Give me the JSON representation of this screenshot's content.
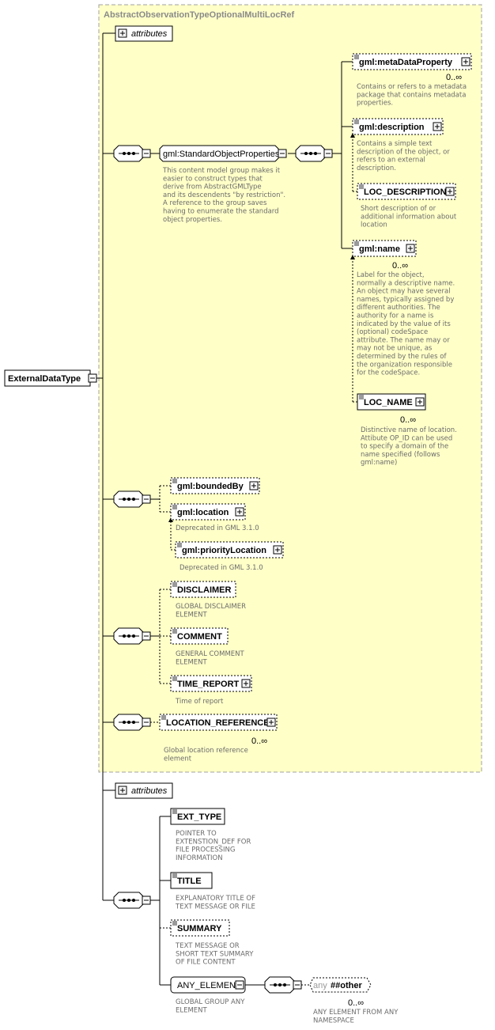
{
  "group": {
    "title": "AbstractObservationTypeOptionalMultiLocRef"
  },
  "root": {
    "label": "ExternalDataType"
  },
  "attributes_label": "attributes",
  "standard_object_properties": {
    "label": "gml:StandardObjectProperties",
    "note": [
      "This content model group makes it",
      "easier to construct types that",
      "derive from AbstractGMLType",
      "and its descendents \"by restriction\".",
      "A reference to the group saves",
      "having to enumerate the standard",
      "object properties."
    ]
  },
  "metadata_property": {
    "label": "gml:metaDataProperty",
    "card": "0..∞",
    "note": [
      "Contains or refers to a metadata",
      "package that contains metadata",
      "properties."
    ]
  },
  "description": {
    "label": "gml:description",
    "note": [
      "Contains a simple text",
      "description of the object, or",
      "refers to an external",
      "description."
    ]
  },
  "loc_description": {
    "label": "LOC_DESCRIPTION",
    "note": [
      "Short description of or",
      "additional information about",
      "location"
    ]
  },
  "name": {
    "label": "gml:name",
    "card": "0..∞",
    "note": [
      "Label for the object,",
      "normally a descriptive name.",
      "An object may have several",
      "names, typically assigned by",
      "different authorities.  The",
      "authority for a name is",
      "indicated by the value of its",
      "(optional) codeSpace",
      "attribute.  The name may or",
      "may not be unique, as",
      "determined by the rules of",
      "the organization responsible",
      "for the codeSpace."
    ]
  },
  "loc_name": {
    "label": "LOC_NAME",
    "card": "0..∞",
    "note": [
      "Distinctive name of location.",
      "Attibute OP_ID can be used",
      "to specify a domain of the",
      "name specified (follows",
      "gml:name)"
    ]
  },
  "bounded_by": {
    "label": "gml:boundedBy"
  },
  "location": {
    "label": "gml:location",
    "note": [
      "Deprecated in GML 3.1.0"
    ]
  },
  "priority_location": {
    "label": "gml:priorityLocation",
    "note": [
      "Deprecated in GML 3.1.0"
    ]
  },
  "disclaimer": {
    "label": "DISCLAIMER",
    "note": [
      "GLOBAL DISCLAIMER",
      "ELEMENT"
    ]
  },
  "comment": {
    "label": "COMMENT",
    "note": [
      "GENERAL COMMENT",
      "ELEMENT"
    ]
  },
  "time_report": {
    "label": "TIME_REPORT",
    "note": [
      "Time of report"
    ]
  },
  "location_reference": {
    "label": "LOCATION_REFERENCE",
    "card": "0..∞",
    "note": [
      "Global location reference",
      "element"
    ]
  },
  "ext_type": {
    "label": "EXT_TYPE",
    "note": [
      "POINTER TO",
      "EXTENSTION_DEF FOR",
      "FILE PROCESSING",
      "INFORMATION"
    ]
  },
  "title": {
    "label": "TITLE",
    "note": [
      "EXPLANATORY TITLE OF",
      "TEXT MESSAGE OR FILE"
    ]
  },
  "summary": {
    "label": "SUMMARY",
    "note": [
      "TEXT MESSAGE OR",
      "SHORT TEXT SUMMARY",
      "OF FILE CONTENT"
    ]
  },
  "any_element": {
    "label": "ANY_ELEMENT",
    "note": [
      "GLOBAL GROUP ANY",
      "ELEMENT"
    ]
  },
  "any": {
    "prefix": "any",
    "label": "##other",
    "card": "0..∞",
    "note": [
      "ANY ELEMENT FROM ANY",
      "NAMESPACE"
    ]
  },
  "colors": {
    "group_fill": "#ffffc8",
    "group_border": "#a0a0a0",
    "note_text": "#6b6b6b",
    "line": "#000000"
  }
}
